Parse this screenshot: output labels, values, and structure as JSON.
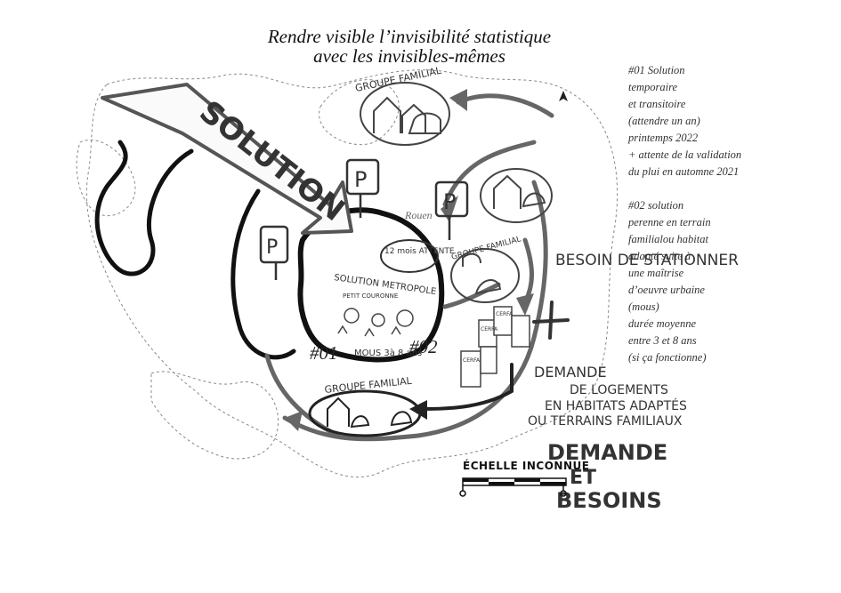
{
  "title": {
    "line1": "Rendre visible l’invisibilité statistique",
    "line2": "avec les invisibles-mêmes"
  },
  "notes": {
    "solution01": [
      "#01 Solution",
      "temporaire",
      "et transitoire",
      "(attendre un an)",
      "printemps 2022",
      "+ attente de la validation",
      "du plui en automne 2021"
    ],
    "solution02": [
      "#02 solution",
      "perenne en terrain",
      "familialou habitat",
      "adapté suite à",
      "une maîtrise",
      "d’oeuvre urbaine",
      "(mous)",
      "durée moyenne",
      "entre 3 et 8 ans",
      "(si ça fonctionne)"
    ]
  },
  "hand_labels": {
    "solution": "SOLUTION",
    "groupe_familial_top": "GROUPE FAMILIAL",
    "groupe_familial_mid": "GROUPE FAMILIAL",
    "groupe_familial_bottom": "GROUPE FAMILIAL",
    "parking": "P",
    "attente": "12 mois ATTENTE",
    "solution_metropole": "SOLUTION METROPOLE",
    "petit_couronne": "PETIT COURONNE",
    "mous": "MOUS 3à 8 ans",
    "marker01": "#01",
    "marker02": "#02",
    "rouen": "Rouen",
    "besoin_stationner": "BESOIN DE STATIONNER",
    "demande_logements": [
      "DEMANDE",
      "DE LOGEMENTS",
      "EN HABITATS ADAPTÉS",
      "OU TERRAINS FAMILIAUX"
    ],
    "demande_besoins": [
      "DEMANDE",
      "ET",
      "BESOINS"
    ],
    "cerfa": "CERFA"
  },
  "scale": {
    "label": "ÉCHELLE INCONNUE"
  }
}
